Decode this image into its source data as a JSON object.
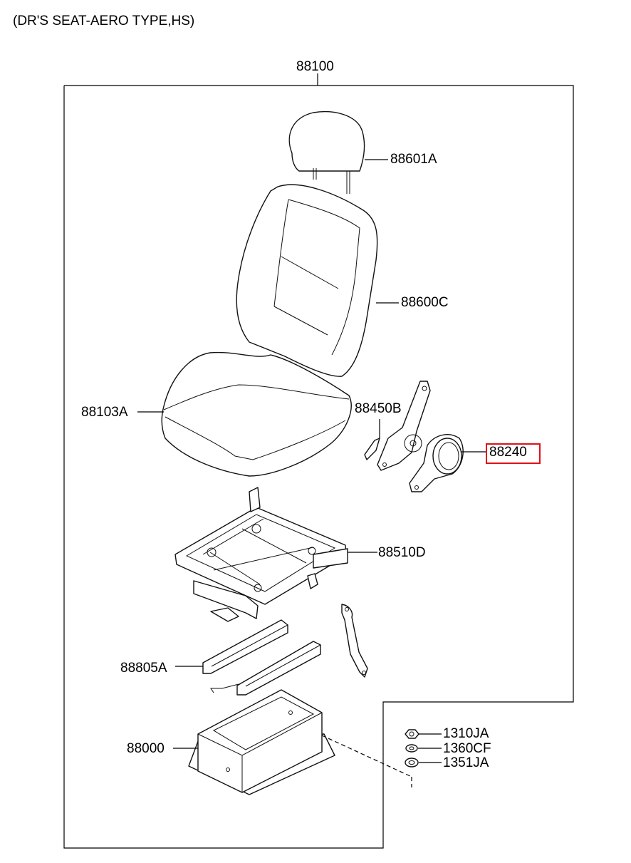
{
  "title": "(DR'S SEAT-AERO TYPE,HS)",
  "assembly_label": "88100",
  "parts": {
    "headrest": "88601A",
    "seatback": "88600C",
    "cushion": "88103A",
    "hinge_cover": "88450B",
    "recliner_knob": "88240",
    "seat_frame": "88510D",
    "rail": "88805A",
    "riser": "88000",
    "bolt": "1310JA",
    "washer": "1360CF",
    "nut": "1351JA"
  },
  "highlighted_part": "88240",
  "colors": {
    "highlight": "#e0101a",
    "line": "#000000"
  }
}
